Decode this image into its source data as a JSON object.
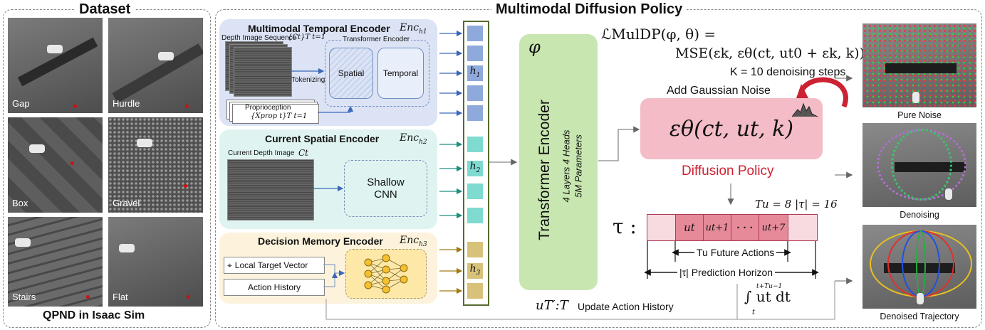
{
  "dataset": {
    "title": "Dataset",
    "caption": "QPND in Isaac Sim",
    "terrains": [
      "Gap",
      "Hurdle",
      "Box",
      "Gravel",
      "Stairs",
      "Flat"
    ]
  },
  "policy_title": "Multimodal Diffusion Policy",
  "temporal": {
    "title": "Multimodal Temporal Encoder",
    "enc": "Enc",
    "enc_sub": "h1",
    "depth_seq": "Depth Image Sequence",
    "depth_seq_sym": "{Ct}T t=1",
    "tokenizing": "Tokenizing",
    "proprio": "Proprioception",
    "proprio_sym": "{Xprop t}T t=1",
    "transformer": "Transformer Encoder",
    "spatial": "Spatial",
    "temporal": "Temporal"
  },
  "spatial_enc": {
    "title": "Current Spatial Encoder",
    "enc": "Enc",
    "enc_sub": "h2",
    "depth_label": "Current Depth Image",
    "ct": "Ct",
    "cnn_line1": "Shallow",
    "cnn_line2": "CNN"
  },
  "memory": {
    "title": "Decision Memory Encoder",
    "enc": "Enc",
    "enc_sub": "h3",
    "target": "Local Target Vector",
    "history": "Action History"
  },
  "tokens": {
    "h1": "h",
    "h1_sub": "1",
    "h2": "h",
    "h2_sub": "2",
    "h3": "h",
    "h3_sub": "3"
  },
  "transformer": {
    "phi": "φ",
    "title": "Transformer Encoder",
    "sub1": "4 Layers 4 Heads",
    "sub2": "5M Parameters"
  },
  "loss": {
    "line1": "ℒMulDP(φ, θ) =",
    "line2": "MSE(εk, εθ(ct, ut0 + εk, k))",
    "steps": "K = 10 denoising steps"
  },
  "diffusion": {
    "noise_label": "Add Gaussian Noise",
    "formula": "εθ(ct, ut, k)",
    "name": "Diffusion Policy"
  },
  "tau": {
    "symbol": "τ :",
    "params": "Tu = 8  |τ| = 16",
    "cells": [
      "ut",
      "ut+1",
      "· · ·",
      "ut+7"
    ],
    "future": "Tu Future Actions",
    "horizon": "|τ| Prediction Horizon",
    "integral": "∫ ut dt",
    "int_limits_top": "t+Tu−1",
    "int_limits_bottom": "t"
  },
  "update": {
    "sym": "uT′:T",
    "label": "Update Action History"
  },
  "outputs": [
    "Pure Noise",
    "Denoising",
    "Denoised Trajectory"
  ],
  "colors": {
    "temporal_bg": "#dbe3f5",
    "spatial_bg": "#dff4f1",
    "memory_bg": "#fdf3dc",
    "transformer_green": "#c8e6b0",
    "diffusion_pink": "#f4bcc6",
    "diffusion_red": "#cc2233",
    "token_blue": "#8fa9dc",
    "token_teal": "#7fdad0",
    "token_gold": "#d8c27a"
  }
}
